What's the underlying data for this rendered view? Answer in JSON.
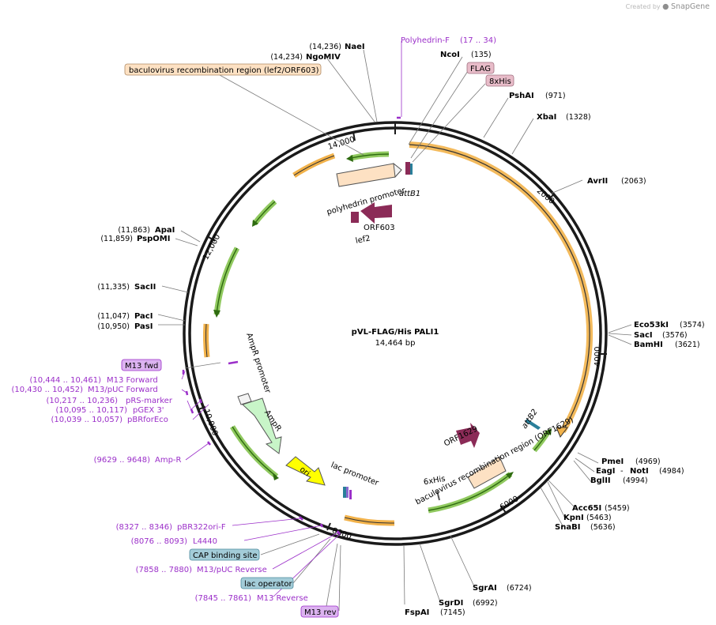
{
  "watermark": {
    "created_by": "Created by",
    "brand": "SnapGene"
  },
  "plasmid": {
    "name": "pVL-FLAG/His PALI1",
    "length": "14,464 bp"
  },
  "ticks": [
    "14,000",
    "2000",
    "4000",
    "6000",
    "8000",
    "10,000",
    "12,000"
  ],
  "sites_top": [
    {
      "pos": "(14,236)",
      "name": "NaeI"
    },
    {
      "pos": "(14,234)",
      "name": "NgoMIV"
    },
    {
      "name": "NcoI",
      "pos": "(135)"
    },
    {
      "name": "PshAI",
      "pos": "(971)"
    },
    {
      "name": "XbaI",
      "pos": "(1328)"
    },
    {
      "name": "AvrII",
      "pos": "(2063)"
    }
  ],
  "sites_right": [
    {
      "name": "Eco53kI",
      "pos": "(3574)"
    },
    {
      "name": "SacI",
      "pos": "(3576)"
    },
    {
      "name": "BamHI",
      "pos": "(3621)"
    },
    {
      "name": "PmeI",
      "pos": "(4969)"
    },
    {
      "name": "EagI",
      "sep": " - ",
      "name2": "NotI",
      "pos": "(4984)"
    },
    {
      "name": "BglII",
      "pos": "(4994)"
    },
    {
      "name": "Acc65I",
      "pos": "(5459)"
    },
    {
      "name": "KpnI",
      "pos": "(5463)"
    },
    {
      "name": "SnaBI",
      "pos": "(5636)"
    }
  ],
  "sites_bottom": [
    {
      "name": "SgrAI",
      "pos": "(6724)"
    },
    {
      "name": "SgrDI",
      "pos": "(6992)"
    },
    {
      "name": "FspAI",
      "pos": "(7145)"
    }
  ],
  "sites_left": [
    {
      "pos": "(11,863)",
      "name": "ApaI"
    },
    {
      "pos": "(11,859)",
      "name": "PspOMI"
    },
    {
      "pos": "(11,335)",
      "name": "SacII"
    },
    {
      "pos": "(11,047)",
      "name": "PacI"
    },
    {
      "pos": "(10,950)",
      "name": "PasI"
    }
  ],
  "primers": [
    {
      "name": "Polyhedrin-F",
      "pos": "(17 .. 34)"
    },
    {
      "pos": "(10,444 .. 10,461)",
      "name": "M13 Forward"
    },
    {
      "pos": "(10,430 .. 10,452)",
      "name": "M13/pUC Forward"
    },
    {
      "pos": "(10,217 .. 10,236)",
      "name": "pRS-marker"
    },
    {
      "pos": "(10,095 .. 10,117)",
      "name": "pGEX 3'"
    },
    {
      "pos": "(10,039 .. 10,057)",
      "name": "pBRforEco"
    },
    {
      "pos": "(9629 .. 9648)",
      "name": "Amp-R"
    },
    {
      "pos": "(8327 .. 8346)",
      "name": "pBR322ori-F"
    },
    {
      "pos": "(8076 .. 8093)",
      "name": "L4440"
    },
    {
      "pos": "(7858 .. 7880)",
      "name": "M13/pUC Reverse"
    },
    {
      "pos": "(7845 .. 7861)",
      "name": "M13 Reverse"
    }
  ],
  "badges": {
    "baculo_top": "baculovirus recombination region (lef2/ORF603)",
    "flag": "FLAG",
    "his": "8xHis",
    "m13fwd": "M13 fwd",
    "cap": "CAP binding site",
    "lacop": "lac operator",
    "m13rev": "M13 rev"
  },
  "features": {
    "polyhedrin_promoter": "polyhedrin promoter",
    "attB1": "attB1",
    "orf603": "ORF603",
    "lef2": "lef2",
    "ampr_promoter": "AmpR promoter",
    "ampr": "AmpR",
    "ori": "ori",
    "lac_promoter": "lac promoter",
    "orf1629": "ORF1629",
    "baculo_bottom": "baculovirus recombination region (ORF1629)",
    "his6": "6xHis",
    "attB2": "attB2"
  },
  "colors": {
    "backbone": "#1a1a1a",
    "orange_arrow": "#f2b24a",
    "green_arrow": "#7cc043",
    "peach_feature": "#fde1c3",
    "orf_feature": "#8b2b57",
    "ori_feature": "#ffff00",
    "ampr_feature": "#c8f5c8",
    "primer": "#9b2fc9",
    "badge_pink": "#e8bcc9",
    "badge_purple": "#dcb3f0",
    "badge_teal": "#a3ccd8"
  }
}
